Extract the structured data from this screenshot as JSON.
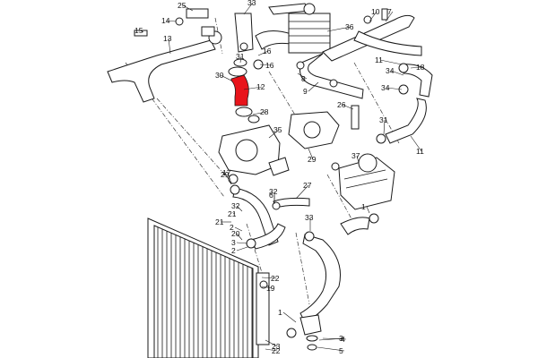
{
  "diagram": {
    "highlight_color": "#e8141b",
    "line_color": "#1a1a1a",
    "background": "#ffffff",
    "callouts": [
      "25",
      "14",
      "15",
      "13",
      "33",
      "16",
      "36",
      "10",
      "7",
      "18",
      "31",
      "30",
      "12",
      "9",
      "26",
      "28",
      "35",
      "11",
      "34",
      "31",
      "11",
      "17",
      "29",
      "37",
      "1",
      "6",
      "27",
      "32",
      "21",
      "20",
      "2",
      "3",
      "5",
      "4",
      "19",
      "22",
      "23",
      "8",
      "22",
      "2",
      "3",
      "33",
      "1",
      "16",
      "34",
      "21",
      "32",
      "29"
    ]
  }
}
